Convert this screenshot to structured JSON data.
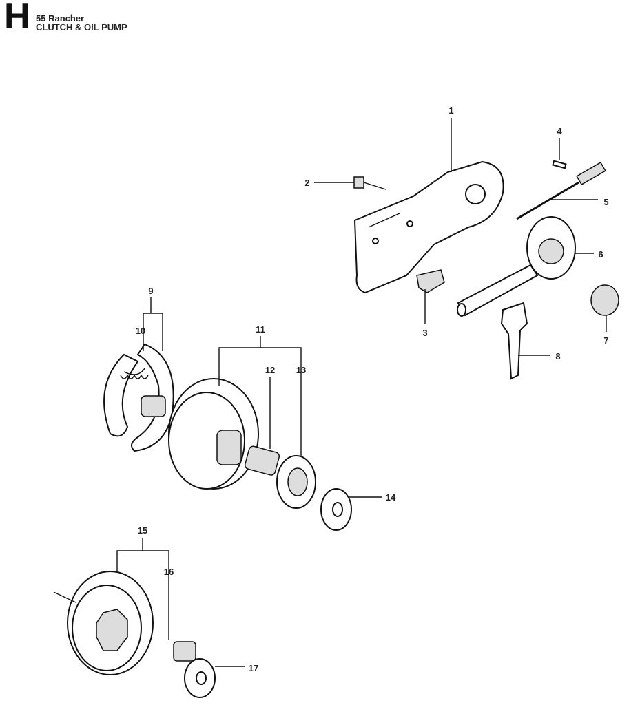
{
  "header": {
    "section_letter": "H",
    "model": "55 Rancher",
    "title": "CLUTCH & OIL PUMP"
  },
  "callouts": [
    "1",
    "2",
    "3",
    "4",
    "5",
    "6",
    "7",
    "8",
    "9",
    "10",
    "11",
    "12",
    "13",
    "14",
    "15",
    "16",
    "17"
  ]
}
